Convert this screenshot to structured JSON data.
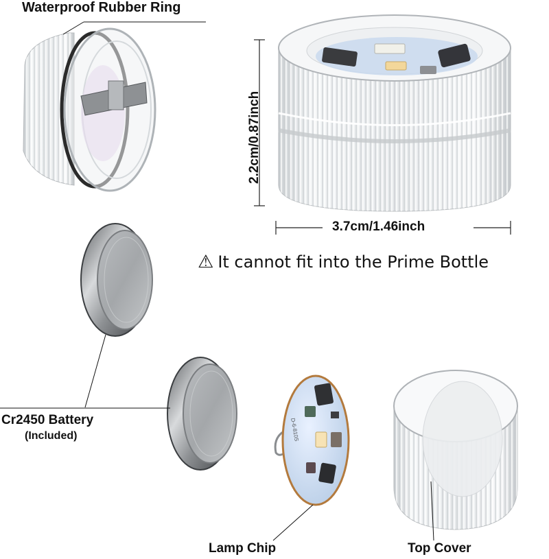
{
  "labels": {
    "rubber_ring": "Waterproof Rubber Ring",
    "battery": "Cr2450 Battery",
    "battery_note": "(Included)",
    "lamp_chip": "Lamp Chip",
    "top_cover": "Top Cover"
  },
  "dimensions": {
    "height": "2.2cm/0.87inch",
    "width": "3.7cm/1.46inch"
  },
  "warning": {
    "icon": "warning-triangle-icon",
    "text": "It cannot fit into the Prime Bottle"
  },
  "chip_marking": "D-6-810S"
}
